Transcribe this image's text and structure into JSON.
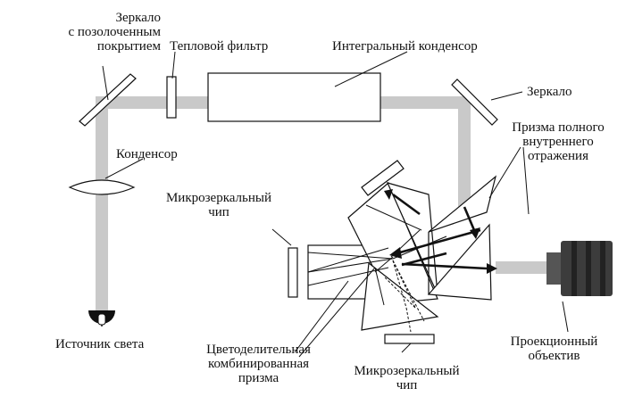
{
  "labels": {
    "gold_mirror": [
      "Зеркало",
      "с позолоченным",
      "покрытием"
    ],
    "heat_filter": "Тепловой фильтр",
    "integral_condenser": "Интегральный конденсор",
    "mirror": "Зеркало",
    "tir_prism": [
      "Призма полного",
      "внутреннего",
      "отражения"
    ],
    "condenser": "Конденсор",
    "dmd_chip_left": [
      "Микрозеркальный",
      "чип"
    ],
    "light_source": "Источник света",
    "color_prism": [
      "Цветоделительная",
      "комбинированная",
      "призма"
    ],
    "dmd_chip_bottom": [
      "Микрозеркальный",
      "чип"
    ],
    "projection_lens": [
      "Проекционный",
      "объектив"
    ]
  },
  "colors": {
    "beam": "#c9c9c9",
    "line": "#111111",
    "lens_body": "#555555",
    "lens_dark": "#222222"
  }
}
